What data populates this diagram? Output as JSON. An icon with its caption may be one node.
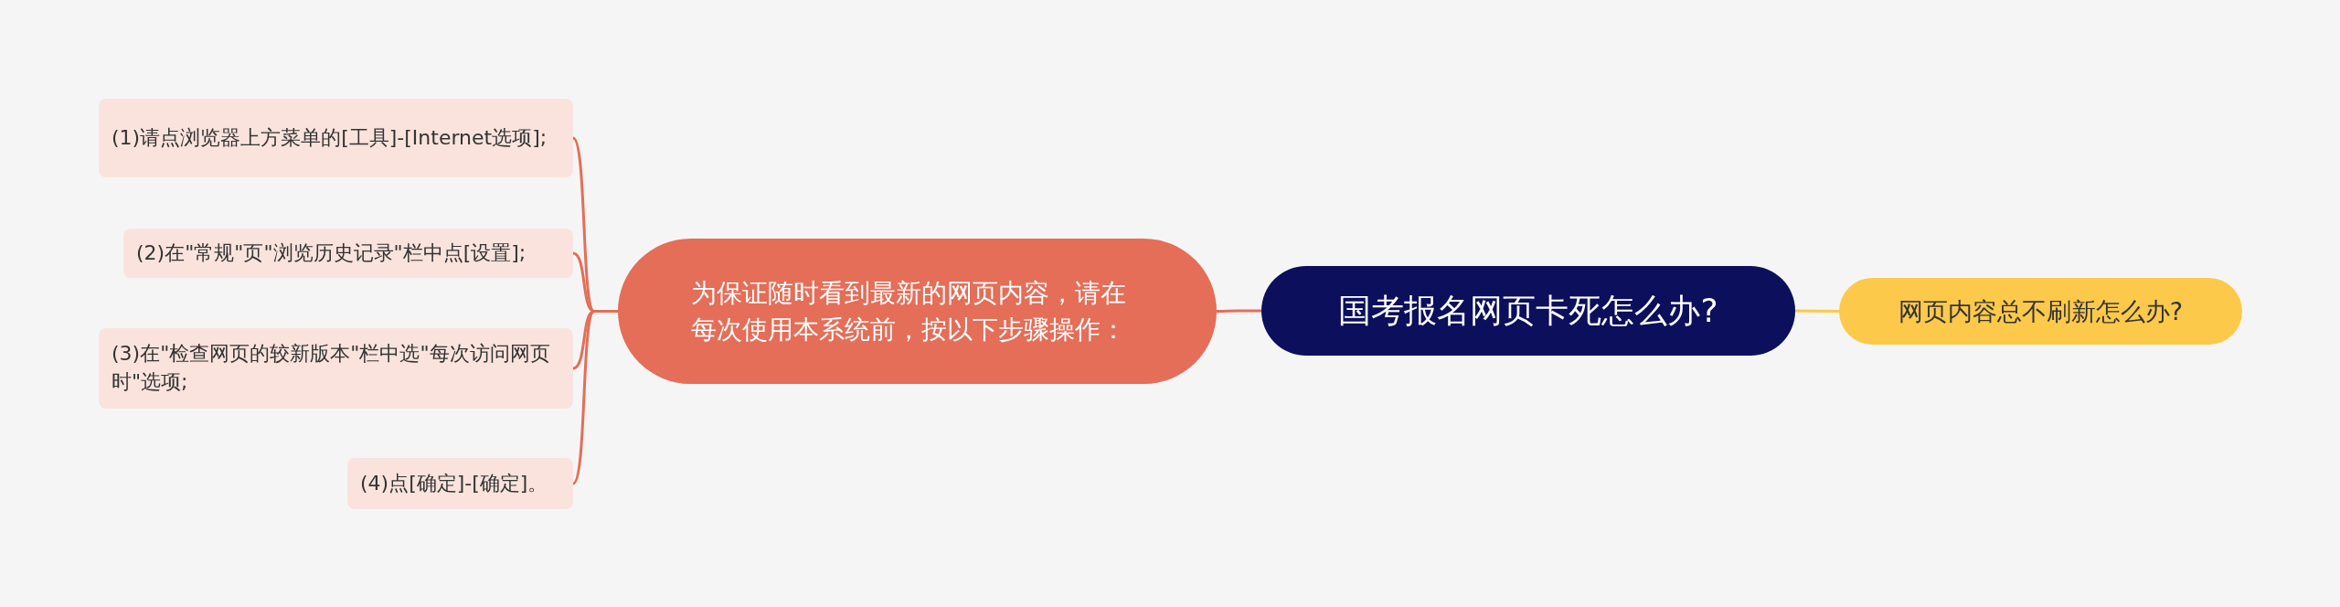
{
  "diagram": {
    "nodes": [
      {
        "text": [
          "国考报名网页卡死怎么办?"
        ]
      },
      {
        "text": [
          "网页内容总不刷新怎么办?"
        ]
      },
      {
        "text": [
          "为保证随时看到最新的网页内容，请在每次使用本系统前，按以下步骤操作："
        ]
      },
      {
        "text": [
          "(1)请点浏览器上方菜单的[工具]-[Internet选项];"
        ]
      },
      {
        "text": [
          "(2)在\"常规\"页\"浏览历史记录\"栏中点[设置];"
        ]
      },
      {
        "text": [
          "(3)在\"检查网页的较新版本\"栏中选\"每次访问网页时\"选项;"
        ]
      },
      {
        "text": [
          "(4)点[确定]-[确定]。"
        ]
      }
    ],
    "edges": [
      {
        "from": 0,
        "to": 1,
        "arrow": "none",
        "color": "#fdc94a"
      },
      {
        "from": 0,
        "to": 2,
        "arrow": "none"
      },
      {
        "from": 2,
        "to": 3,
        "arrow": "none"
      },
      {
        "from": 2,
        "to": 4,
        "arrow": "none"
      },
      {
        "from": 2,
        "to": 5,
        "arrow": "none"
      },
      {
        "from": 2,
        "to": 6,
        "arrow": "none"
      }
    ]
  }
}
